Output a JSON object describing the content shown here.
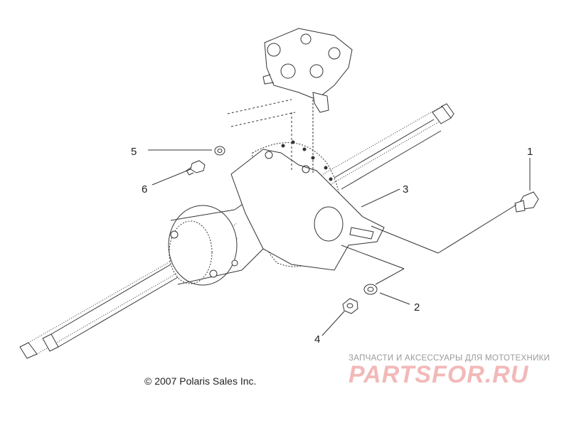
{
  "callouts": {
    "c1": "1",
    "c2": "2",
    "c3": "3",
    "c4": "4",
    "c5": "5",
    "c6": "6"
  },
  "footer": {
    "copyright": "© 2007 Polaris Sales Inc."
  },
  "watermark": {
    "caption": "ЗАПЧАСТИ И АКСЕССУАРЫ ДЛЯ МОТОТЕХНИКИ",
    "logo": "PARTSFOR.RU",
    "logo_color": "#f2b9b9"
  },
  "colors": {
    "line": "#333333",
    "background": "#ffffff"
  }
}
